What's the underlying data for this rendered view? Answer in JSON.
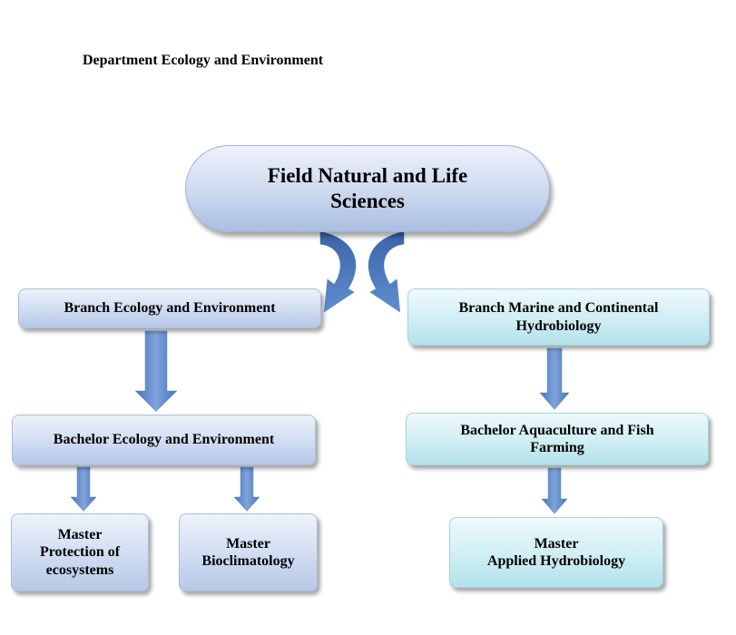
{
  "header": {
    "title": "Department Ecology and Environment"
  },
  "field": {
    "line1": "Field Natural and Life",
    "line2": "Sciences"
  },
  "branches": {
    "left": {
      "line1": "Branch Ecology and Environment"
    },
    "right": {
      "line1": "Branch Marine and Continental",
      "line2": "Hydrobiology"
    }
  },
  "bachelors": {
    "left": {
      "line1": "Bachelor Ecology and Environment"
    },
    "right": {
      "line1": "Bachelor Aquaculture and Fish",
      "line2": "Farming"
    }
  },
  "masters": {
    "protection": {
      "line1": "Master",
      "line2": "Protection of",
      "line3": "ecosystems"
    },
    "bioclimatology": {
      "line1": "Master",
      "line2": "Bioclimatology"
    },
    "applied": {
      "line1": "Master",
      "line2": "Applied Hydrobiology"
    }
  },
  "colors": {
    "arrow_fill": "#4f7fc2",
    "arrow_highlight": "#8fb0e0",
    "box_blue": "#cfdcf1",
    "box_cyan": "#cfeef4"
  }
}
